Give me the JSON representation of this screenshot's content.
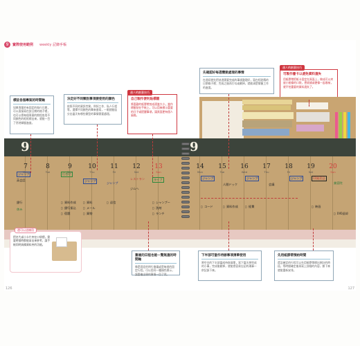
{
  "header": {
    "badge": "9",
    "section": "實際使用範例",
    "subtitle": "weekly 記錄手帳"
  },
  "notes": {
    "left_top": {
      "title": "標註各個專案的時間軸",
      "body": "如果專案的有固定的執行日期，可以直接寫在該日期的格子裡，也可以把每個專案的期程各用不同顏色的框框標出來，就能一目了然地掌握進度。"
    },
    "color_codes": {
      "title": "決定好不同類別事項要使用的顏色",
      "body": "依照不同的資訊性質，例如工作、私人行程等，選擇不同顏色的筆來書寫，一眼就能區分出當天有哪些類型的事情需要處理。"
    },
    "right_top": {
      "title": "先確認好每週需要處理的事情",
      "body": "在週初就先把這週需要完成的事項整理好，寫在相對應的日期格子裡；完成之後再打勾或劃掉，就能清楚掌握工作的進度。"
    },
    "bottom_center_left": {
      "title": "重複的日程也能一覽無遺的時間軸",
      "body": "像是固定的例行會議或是每週的固定行程，可以用同一種顏色標示，讓重複出現的事情一目了然。"
    },
    "bottom_center_right": {
      "title": "下半部可當作待辦事項清單使用",
      "body": "將空白的下半部當成待辦清單，寫下當天想完成的小事，完成後劃掉，就能把容易忘記的瑣事一併記錄下來。"
    },
    "bottom_right": {
      "title": "先用紙膠帶預約時間",
      "body": "還沒確定的行程可以先用紙膠帶標出預計的時段，等時間確定後再寫上詳細的內容，撕下來就能重新安排。"
    }
  },
  "red_boxes": {
    "middle": {
      "tag": "達人的創意技巧",
      "title": "自己製作便利貼標籤",
      "body": "將喜歡的紙膠帶剪成適當大小，當作標籤貼在手帳上，可以用來標示重要的日子或提醒事項，讓頁面更有個人風格。"
    },
    "right": {
      "tag": "達人的創意技巧",
      "title": "可製作書卡以避免資料遺失",
      "body": "用紙膠帶把紙卡固定在頁面上，做成可以夾放小紙條的口袋，把收據或便條一起收納，就不怕重要的資料遺失了。"
    }
  },
  "tip": {
    "tag": "還可以這樣用",
    "body": "把名片或小卡片夾在口袋裡，需要時隨時都能拿出來參考，讓手帳同時具備資料夾的功能。"
  },
  "planner": {
    "left_month": "9",
    "right_month": "9",
    "left_days": [
      {
        "num": "7",
        "wd": "Mon"
      },
      {
        "num": "8",
        "wd": "Tue"
      },
      {
        "num": "9",
        "wd": "Wed"
      },
      {
        "num": "10",
        "wd": "Thu"
      },
      {
        "num": "11",
        "wd": "Fri"
      },
      {
        "num": "12",
        "wd": "Sat"
      },
      {
        "num": "13",
        "wd": "Sun"
      }
    ],
    "right_days": [
      {
        "num": "14",
        "wd": "Mon"
      },
      {
        "num": "15",
        "wd": "Tue"
      },
      {
        "num": "16",
        "wd": "Wed"
      },
      {
        "num": "17",
        "wd": "Thu"
      },
      {
        "num": "18",
        "wd": "Fri"
      },
      {
        "num": "19",
        "wd": "Sat"
      },
      {
        "num": "20",
        "wd": "Sun"
      }
    ],
    "hw": {
      "d7_a": "ジャンプ",
      "d7_b": "英会話",
      "d7_c": "銀行",
      "d7_d": "休み",
      "d8_a": "打合せ",
      "d8_b": "□ 資料作成",
      "d8_c": "□ 銀行振込",
      "d8_d": "□ 宿題",
      "d9_a": "ジャンプ",
      "d9_b": "□ 資料",
      "d9_c": "□ メール",
      "d9_d": "□ 買物",
      "d10_a": "ジャンプ",
      "d10_b": "□ 返信",
      "d11_a": "レストラン",
      "d11_b": "ジムへ",
      "d12_a": "□ シャンプー",
      "d12_b": "□ 洗剤",
      "d13_a": "ライブ",
      "d13_b": "□ ランチ",
      "d14_a": "ジャンプ",
      "d14_b": "□ コード",
      "d15_a": "人間ドック",
      "d15_b": "□ 資料作成",
      "d16_a": "ジャンプ",
      "d16_b": "□ 経費",
      "d17_a": "会議",
      "d18_a": "ジャンプ",
      "d19_a": "CD発売日",
      "d19_b": "□ 映画",
      "d20_a": "美容院",
      "d20_b": "□ DVD返却"
    }
  },
  "page_numbers": {
    "left": "126",
    "right": "127"
  }
}
